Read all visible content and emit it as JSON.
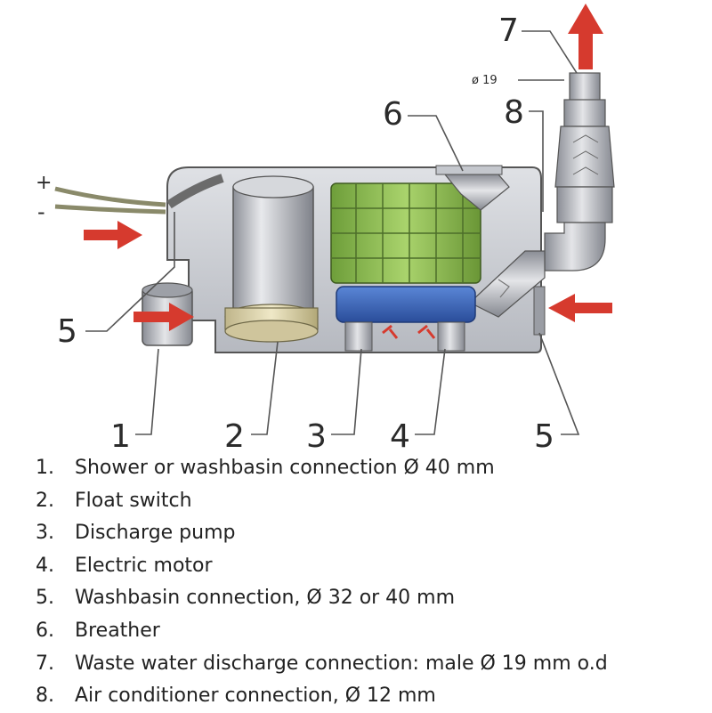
{
  "callouts": {
    "c1": "1",
    "c2": "2",
    "c3": "3",
    "c4": "4",
    "c5_left": "5",
    "c5_right": "5",
    "c6": "6",
    "c7": "7",
    "c8": "8"
  },
  "labels": {
    "plus": "+",
    "minus": "-",
    "dia19": "ø 19"
  },
  "colors": {
    "arrow_red": "#d63a2e",
    "pump_green": "#8fbd55",
    "motor_blue": "#3a63b8",
    "housing_gray": "#c9ccd2"
  },
  "legend": [
    {
      "num": "1.",
      "text": "Shower or washbasin connection Ø 40 mm"
    },
    {
      "num": "2.",
      "text": "Float switch"
    },
    {
      "num": "3.",
      "text": "Discharge pump"
    },
    {
      "num": "4.",
      "text": "Electric motor"
    },
    {
      "num": "5.",
      "text": "Washbasin connection, Ø 32 or 40 mm"
    },
    {
      "num": "6.",
      "text": "Breather"
    },
    {
      "num": "7.",
      "text": "Waste water discharge connection: male Ø 19 mm o.d"
    },
    {
      "num": "8.",
      "text": "Air conditioner connection, Ø 12 mm"
    }
  ]
}
